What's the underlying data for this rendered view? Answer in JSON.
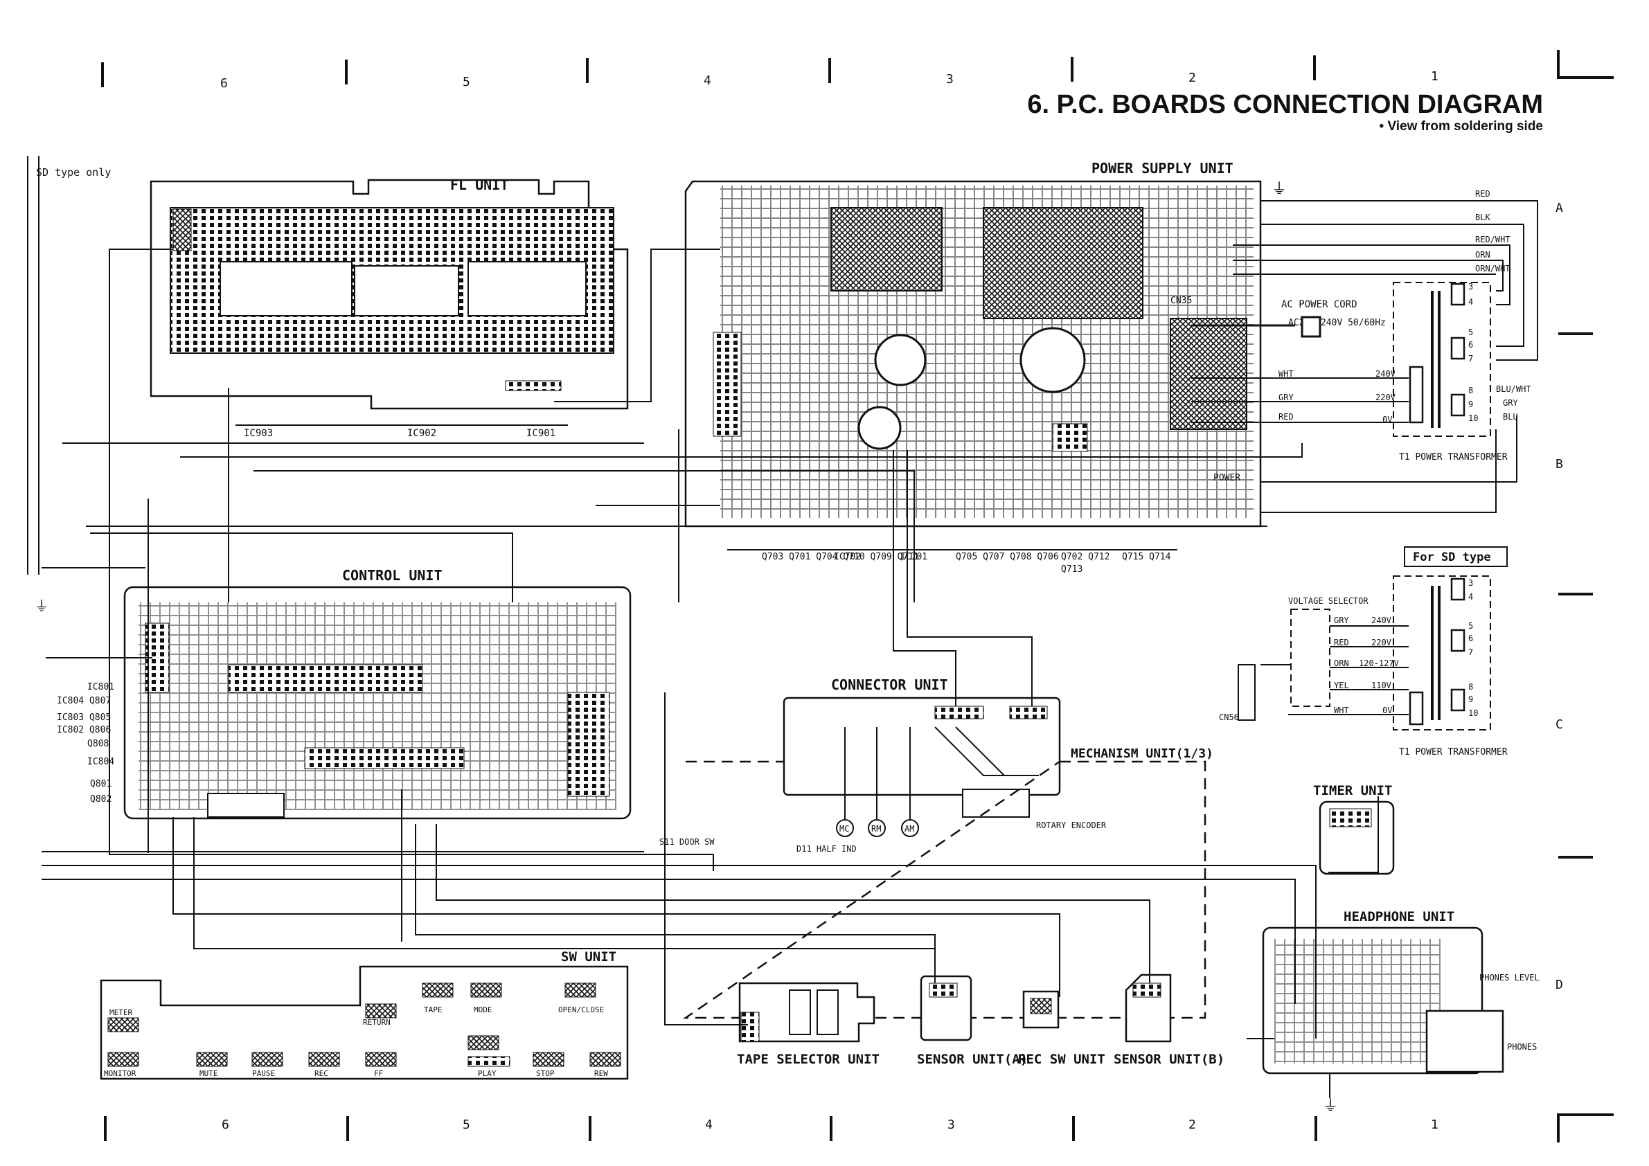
{
  "header": {
    "title": "6. P.C. BOARDS CONNECTION DIAGRAM",
    "subtitle": "• View from soldering side"
  },
  "grid": {
    "columns": [
      "6",
      "5",
      "4",
      "3",
      "2",
      "1"
    ],
    "rows": [
      "A",
      "B",
      "C",
      "D"
    ]
  },
  "units": {
    "power_supply": "POWER SUPPLY UNIT",
    "fl": "FL UNIT",
    "control": "CONTROL UNIT",
    "connector": "CONNECTOR UNIT",
    "mechanism": "MECHANISM UNIT(1/3)",
    "timer": "TIMER UNIT",
    "headphone": "HEADPHONE UNIT",
    "sw": "SW UNIT",
    "tape_selector": "TAPE SELECTOR UNIT",
    "sensor_a": "SENSOR UNIT(A)",
    "rec_sw": "REC SW UNIT",
    "sensor_b": "SENSOR UNIT(B)"
  },
  "notes": {
    "sd_type_only": "SD type only",
    "for_sd_type": "For SD type"
  },
  "transformer": {
    "label": "T1 POWER TRANSFORMER",
    "ac_cord": "AC POWER CORD",
    "ac_rating": "AC220/240V 50/60Hz",
    "wires_right": [
      "RED",
      "BLK",
      "RED/WHT",
      "ORN",
      "ORN/WHT",
      "BLU/WHT",
      "GRY",
      "BLU"
    ],
    "taps_left": [
      {
        "voltage": "240V",
        "wire": "WHT"
      },
      {
        "voltage": "220V",
        "wire": "GRY"
      },
      {
        "voltage": "0V",
        "wire": "RED"
      }
    ],
    "pins": [
      "3",
      "4",
      "5",
      "6",
      "7",
      "8",
      "9",
      "10"
    ],
    "power": "POWER",
    "cn35": "CN35"
  },
  "sd_transformer": {
    "voltage_selector": "VOLTAGE SELECTOR",
    "taps": [
      {
        "voltage": "240V",
        "wire": "GRY"
      },
      {
        "voltage": "220V",
        "wire": "RED"
      },
      {
        "voltage": "120-127V",
        "wire": "ORN"
      },
      {
        "voltage": "110V",
        "wire": "YEL"
      },
      {
        "voltage": "0V",
        "wire": "WHT"
      }
    ],
    "connector": "CN56",
    "label": "T1 POWER TRANSFORMER"
  },
  "ic_labels": {
    "fl": [
      "IC901",
      "IC902",
      "IC903"
    ],
    "power": [
      "Q715 Q714",
      "Q702 Q712",
      "Q713",
      "Q705 Q707 Q708 Q706",
      "IC701",
      "IC702",
      "Q703 Q701 Q704 Q710 Q709 Q711"
    ],
    "control": [
      "IC801",
      "IC804 Q807",
      "IC803 Q805",
      "IC802 Q806",
      "Q808",
      "IC804",
      "Q801",
      "Q802"
    ]
  },
  "mechanism": {
    "door_sw": "S11 DOOR SW",
    "half_ind": "D11 HALF IND",
    "rotary_encoder": "ROTARY ENCODER",
    "motors": [
      "MC",
      "RM",
      "AM"
    ]
  },
  "sw_buttons": [
    "MONITOR",
    "METER",
    "MUTE",
    "PAUSE",
    "REC",
    "FF",
    "RETURN",
    "TAPE",
    "MODE",
    "REW",
    "STOP",
    "PLAY",
    "OPEN/CLOSE"
  ],
  "headphone": {
    "phones": "PHONES",
    "phones_level": "PHONES LEVEL"
  }
}
